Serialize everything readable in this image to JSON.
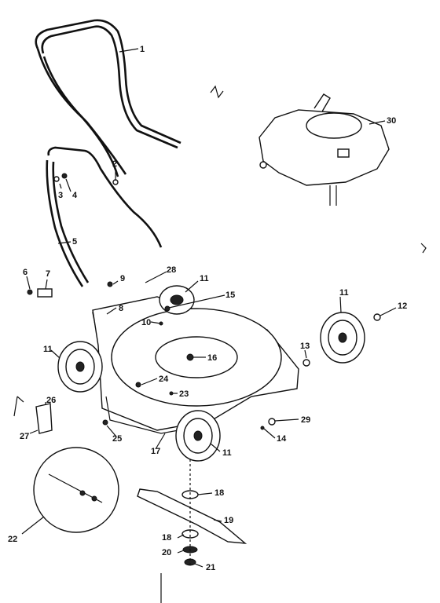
{
  "callouts": {
    "handle_upper": "1",
    "bolt_2": "2",
    "bolt_3": "3",
    "nut_4": "4",
    "handle_lower": "5",
    "screw_6": "6",
    "clip_7": "7",
    "bracket_8": "8",
    "screw_9": "9",
    "nut_10": "10",
    "wheel_top": "11",
    "wheel_right": "11",
    "wheel_left": "11",
    "wheel_front": "11",
    "bolt_12": "12",
    "nut_13": "13",
    "washer_14": "14",
    "bolt_15": "15",
    "shaft_16": "16",
    "deck_17": "17",
    "adapter_18a": "18",
    "adapter_18b": "18",
    "blade_19": "19",
    "washers_20": "20",
    "bolt_21": "21",
    "detail_22": "22",
    "screw_23": "23",
    "nut_24": "24",
    "nut_25": "25",
    "bracket_26": "26",
    "spring_27": "27",
    "deck_top_28": "28",
    "washer_29": "29",
    "engine_30": "30"
  },
  "colors": {
    "ink": "#111111",
    "paper": "#ffffff"
  }
}
